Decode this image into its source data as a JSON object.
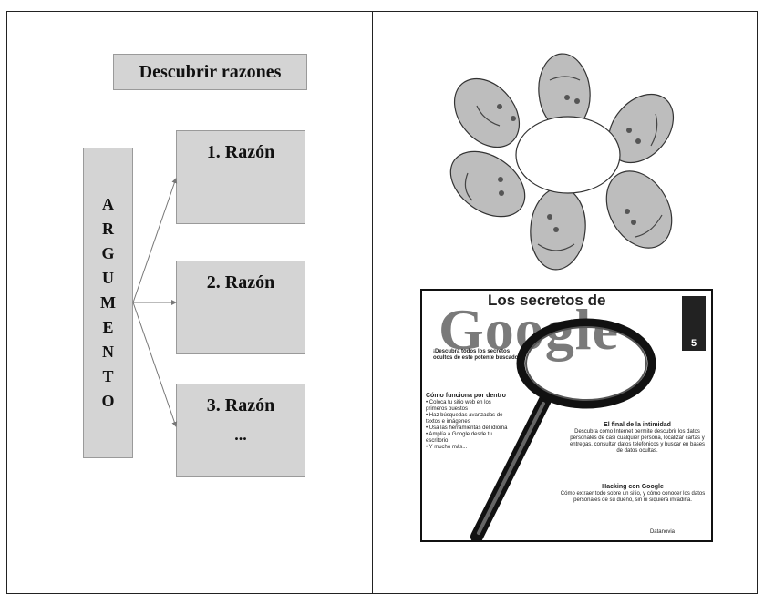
{
  "diagram": {
    "title": "Descubrir razones",
    "argument_letters": [
      "A",
      "R",
      "G",
      "U",
      "M",
      "E",
      "N",
      "T",
      "O"
    ],
    "reasons": [
      {
        "label": "1. Razón",
        "extra": ""
      },
      {
        "label": "2. Razón",
        "extra": ""
      },
      {
        "label": "3. Razón",
        "extra": "..."
      }
    ]
  },
  "book_cover": {
    "kicker": "Los secretos de",
    "title": "Google",
    "badge": "5",
    "subtitle": "¡Descubra todos los secretos ocultos de este potente buscador!",
    "left_heading": "Cómo funciona por dentro",
    "left_items": [
      "• Coloca tu sitio web en los primeros puestos",
      "• Haz búsquedas avanzadas de textos e imágenes",
      "• Usa las herramientas del idioma",
      "• Amplía a Google desde tu escritorio",
      "• Y mucho más..."
    ],
    "right1_heading": "El final de la intimidad",
    "right1_text": "Descubra cómo Internet permite descubrir los datos personales de casi cualquier persona, localizar cartas y entregas, consultar datos telefónicos y buscar en bases de datos ocultas.",
    "right2_heading": "Hacking con Google",
    "right2_text": "Cómo extraer todo sobre un sitio, y cómo conocer los datos personales de su dueño, sin ni siquiera invadirla.",
    "publisher": "Datanovia"
  }
}
